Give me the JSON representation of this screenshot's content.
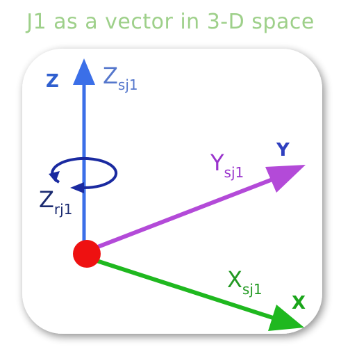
{
  "title": "J1 as a vector in 3-D space",
  "axes": {
    "z": {
      "letter": "Z",
      "label": "Z",
      "subscript": "sj1"
    },
    "y": {
      "letter": "Y",
      "label": "Y",
      "subscript": "sj1"
    },
    "x": {
      "letter": "X",
      "label": "X",
      "subscript": "sj1"
    },
    "rotation": {
      "label": "Z",
      "subscript": "rj1"
    }
  },
  "colors": {
    "title": "#9ed08a",
    "z_axis": "#3b6fe8",
    "y_axis": "#b34ad8",
    "x_axis": "#1fb81f",
    "origin": "#ee1111",
    "rotation": "#1a2aa0",
    "z_letter": "#2f5fcf",
    "y_letter": "#2f3fbf",
    "x_letter": "#1aa51a",
    "zsj1_label": "#5577cc",
    "ysj1_label": "#9933cc",
    "xsj1_label": "#229922",
    "zrj1_label": "#1a2a70"
  }
}
